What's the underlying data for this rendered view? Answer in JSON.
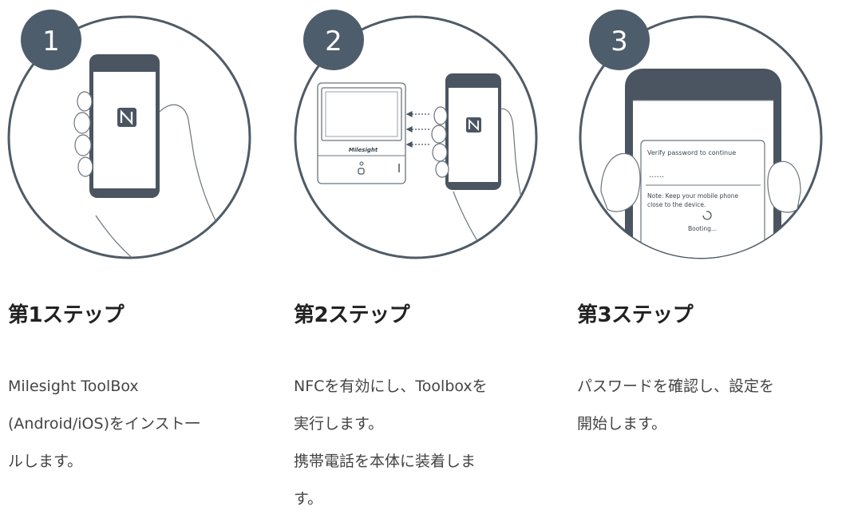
{
  "steps": [
    {
      "number": "1",
      "title": "第1ステップ",
      "description": [
        "Milesight ToolBox",
        "(Android/iOS)をインスト一",
        "ルします。"
      ]
    },
    {
      "number": "2",
      "title": "第2ステップ",
      "description": [
        "NFCを有効にし、Toolboxを",
        "実行します。",
        "携帯電話を本体に装着しま",
        "す。"
      ],
      "device_brand": "Milesight"
    },
    {
      "number": "3",
      "title": "第3ステップ",
      "description": [
        "パスワードを確認し、設定を",
        "開始します。"
      ],
      "phone_screen": {
        "prompt": "Verify password to continue",
        "password_mask": "······",
        "note_line1": "Note: Keep your mobile phone",
        "note_line2": "close to the device.",
        "status": "Booting..."
      }
    }
  ],
  "colors": {
    "badge": "#4e5d6c",
    "line": "#4f5b66",
    "phone": "#4a5561",
    "text": "#333333"
  },
  "icons": [
    "nfc-icon",
    "loading-spinner-icon",
    "arrow-left-icon"
  ]
}
